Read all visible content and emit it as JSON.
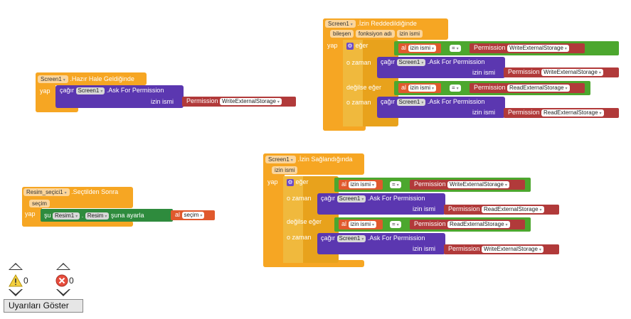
{
  "common": {
    "screen": "Screen1",
    "yap": "yap",
    "cagir": "çağır",
    "ask_for_permission": ".Ask For Permission",
    "izin_ismi": "izin ismi",
    "permission": "Permission",
    "eger": "eğer",
    "o_zaman": "o zaman",
    "degilse_eger": "değilse eğer",
    "al": "al",
    "eq": "=",
    "write_ext": "WriteExternalStorage",
    "read_ext": "ReadExternalStorage"
  },
  "block_hazir": {
    "event": ".Hazır Hale Geldiğinde"
  },
  "block_reddedildi": {
    "event": ".İzin Reddedildiğinde",
    "params": [
      "bileşen",
      "fonksiyon adı",
      "izin ismi"
    ]
  },
  "block_saglandi": {
    "event": ".İzin Sağlandığında",
    "param": "izin ismi"
  },
  "block_resim": {
    "component": "Resim_seçici1",
    "event": ".Seçtilden Sonra",
    "param": "seçim",
    "su": "şu",
    "target": "Resim1",
    "property": "Resim",
    "suna_ayarla": "şuna ayarla",
    "secim": "seçim"
  },
  "workspace": {
    "warnings_count": "0",
    "errors_count": "0",
    "show_warnings_label": "Uyarıları Göster"
  },
  "colors": {
    "event_block": "#f6a623",
    "procedure_block": "#5b37b0",
    "compare_block": "#4ca72e",
    "permission_block": "#b13a3a",
    "local_get_block": "#e0592d",
    "set_block": "#2e8b3d"
  }
}
